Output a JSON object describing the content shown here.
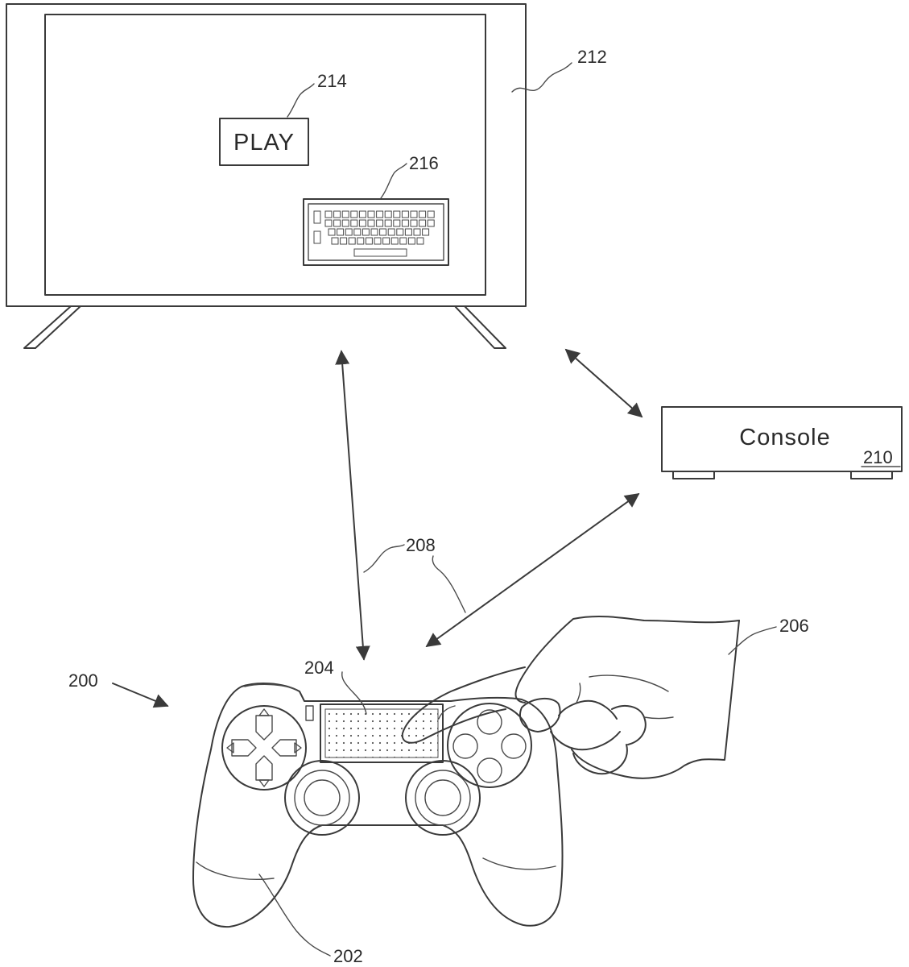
{
  "figure": {
    "screen_button_text": "PLAY",
    "console_text": "Console",
    "labels": {
      "system": "200",
      "controller": "202",
      "touchpad": "204",
      "hand": "206",
      "wireless_links": "208",
      "console": "210",
      "display": "212",
      "play_button": "214",
      "virtual_keyboard": "216"
    }
  }
}
